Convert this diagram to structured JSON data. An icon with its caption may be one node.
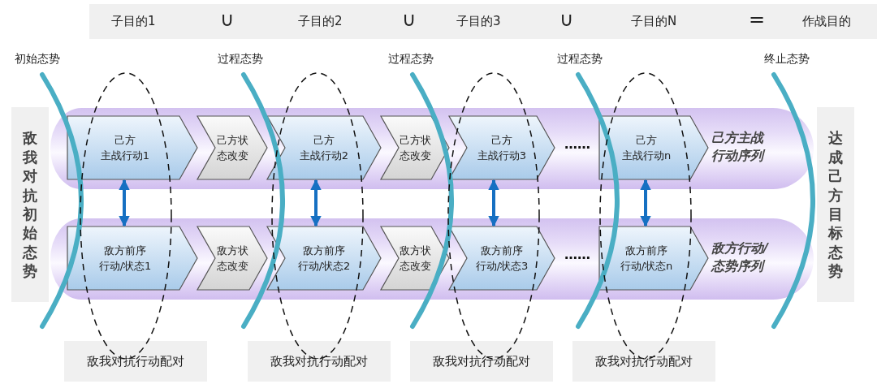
{
  "diagram": {
    "nodes": [
      {
        "text": [
          "子目的1",
          "∪",
          "子目的2",
          "∪",
          "子目的3",
          "∪",
          "子目的N",
          "=",
          "作战目的"
        ]
      },
      {
        "text": [
          "敌我对抗初始态势"
        ]
      },
      {
        "text": [
          "己方主战行动序列"
        ]
      },
      {
        "text": [
          "己方",
          "主战行动1"
        ],
        "in": 2
      },
      {
        "text": [
          "己方状态改变"
        ],
        "in": 2
      },
      {
        "text": [
          "己方",
          "主战行动2"
        ],
        "in": 2
      },
      {
        "text": [
          "己方状态改变"
        ],
        "in": 2
      },
      {
        "text": [
          "己方",
          "主战行动3"
        ],
        "in": 2
      },
      {
        "text": [
          "己方",
          "主战行动n"
        ],
        "in": 2
      },
      {
        "text": [
          "敌方行动/态势序列"
        ]
      },
      {
        "text": [
          "敌方前序",
          "行动/状态1"
        ],
        "in": 9
      },
      {
        "text": [
          "敌方状态改变"
        ],
        "in": 9
      },
      {
        "text": [
          "敌方前序",
          "行动/状态2"
        ],
        "in": 9
      },
      {
        "text": [
          "敌方状态改变"
        ],
        "in": 9
      },
      {
        "text": [
          "敌方前序",
          "行动/状态3"
        ],
        "in": 9
      },
      {
        "text": [
          "敌方前序",
          "行动/状态n"
        ],
        "in": 9
      },
      {
        "text": [
          "达成己方目标态势"
        ]
      },
      {
        "text": [
          "敌我对抗行动配对"
        ]
      },
      {
        "text": [
          "敌我对抗行动配对"
        ]
      },
      {
        "text": [
          "敌我对抗行动配对"
        ]
      },
      {
        "text": [
          "敌我对抗行动配对"
        ]
      }
    ],
    "edges": [
      {
        "from": 3,
        "to": 10,
        "arrow": "both"
      },
      {
        "from": 5,
        "to": 12,
        "arrow": "both"
      },
      {
        "from": 7,
        "to": 14,
        "arrow": "both"
      },
      {
        "from": 8,
        "to": 15,
        "arrow": "both"
      }
    ],
    "labels": [
      "初始态势",
      "过程态势",
      "过程态势",
      "过程态势",
      "终止态势",
      "……",
      "……"
    ]
  }
}
